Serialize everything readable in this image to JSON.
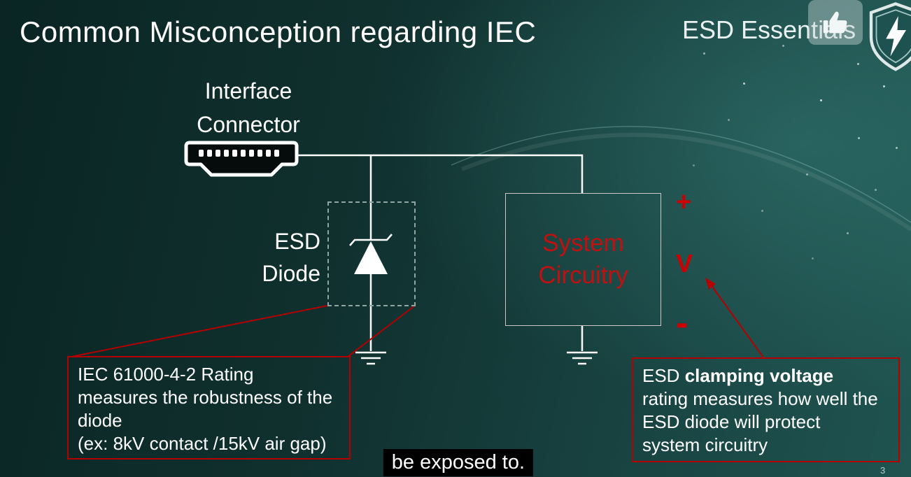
{
  "slide": {
    "title": "Common Misconception regarding IEC",
    "brand": "ESD Essentials",
    "page_number": "3",
    "caption": "be exposed to."
  },
  "diagram": {
    "connector": {
      "line1": "Interface",
      "line2": "Connector"
    },
    "esd_diode": {
      "line1": "ESD",
      "line2": "Diode"
    },
    "system_box": {
      "line1": "System",
      "line2": "Circuitry"
    },
    "terminals": {
      "plus": "+",
      "v": "V",
      "minus": "-"
    }
  },
  "callouts": {
    "iec_rating": {
      "line1": "IEC 61000-4-2 Rating",
      "line2": "measures the robustness of the",
      "line3": "diode",
      "line4": "(ex: 8kV contact /15kV air gap)"
    },
    "clamping": {
      "prefix": "ESD ",
      "bold": "clamping voltage",
      "line2": "rating measures how well the",
      "line3": "ESD diode will protect",
      "line4": "system circuitry"
    }
  },
  "icons": {
    "thumbs_up": "thumbs-up-icon",
    "shield": "esd-shield-logo-icon",
    "hdmi": "hdmi-connector-icon"
  },
  "colors": {
    "accent_red": "#b40000",
    "system_text_red": "#c01010",
    "background_dark": "#0a2523",
    "background_light": "#1f5450",
    "wire": "#ffffff"
  }
}
